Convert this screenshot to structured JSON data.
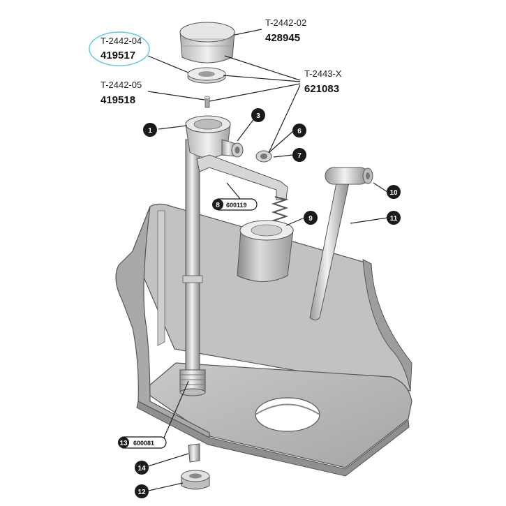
{
  "callouts": {
    "cap": {
      "code": "T-2442-02",
      "number": "428945"
    },
    "seal": {
      "code": "T-2442-04",
      "number": "419517",
      "highlight_color": "#5bc8e8"
    },
    "pin": {
      "code": "T-2442-05",
      "number": "419518"
    },
    "kit": {
      "code": "T-2443-X",
      "number": "621083"
    }
  },
  "badges": {
    "b1": "1",
    "b3": "3",
    "b6": "6",
    "b7": "7",
    "b8": "8",
    "b8_part": "600119",
    "b9": "9",
    "b10": "10",
    "b11": "11",
    "b12": "12",
    "b13": "13",
    "b13_part": "600081",
    "b14": "14"
  },
  "colors": {
    "tank": "#b9b9b9",
    "tank_dark": "#8f8f8f",
    "metal": "#d9d9d9",
    "badge": "#1a1a1a"
  }
}
